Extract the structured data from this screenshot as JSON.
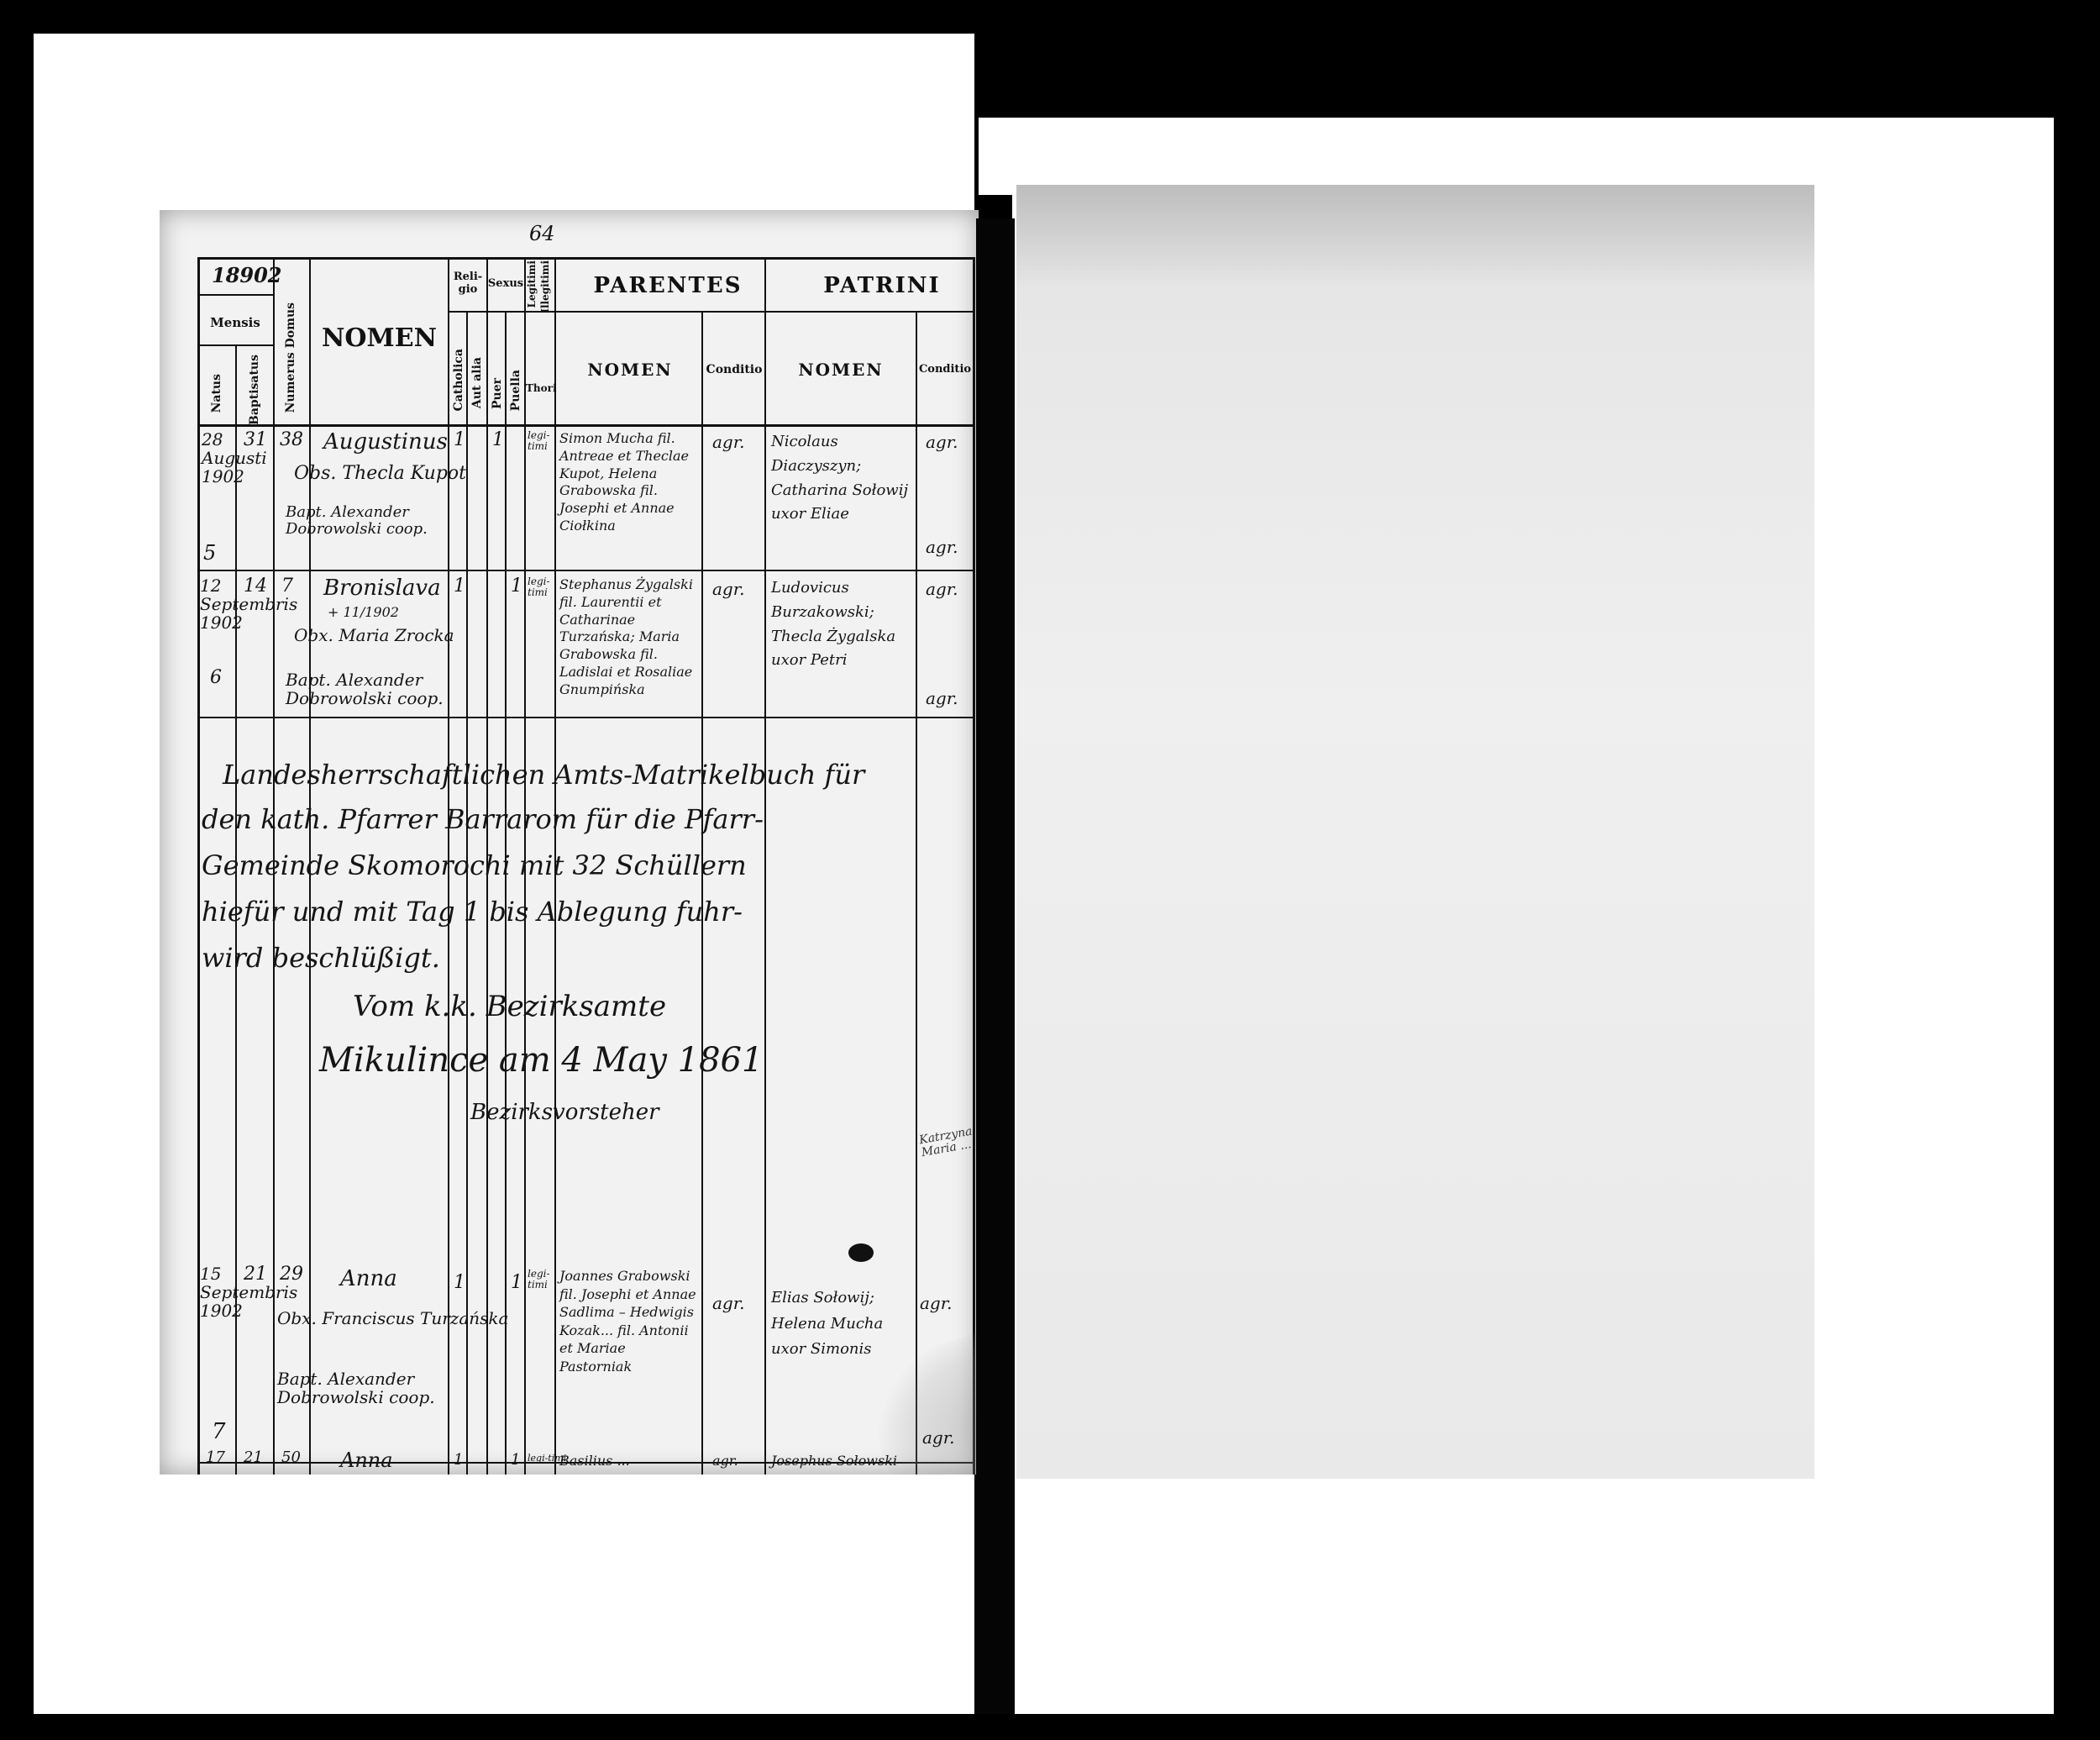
{
  "header": {
    "year": "18902",
    "page_number": "64",
    "mensis": "Mensis",
    "natus": "Natus",
    "baptisatus": "Baptisatus",
    "numerus_domus": "Numerus Domus",
    "nomen": "NOMEN",
    "religio": "Reli-\ngio",
    "catholica": "Catholica",
    "aut_alia": "Aut alia",
    "sexus": "Sexus",
    "puer": "Puer",
    "puella": "Puella",
    "thori": "Thori",
    "legitimi": "Legitimi",
    "illegitimi": "Illegitimi",
    "parentes": "PARENTES",
    "patrini": "PATRINI",
    "parentes_nomen": "NOMEN",
    "parentes_conditio": "Conditio",
    "patrini_nomen": "NOMEN",
    "patrini_conditio": "Conditio"
  },
  "entries": [
    {
      "natus": "28 Augusti 1902",
      "baptisatus": "31",
      "domus": "38",
      "row_no": "5",
      "nomen": "Augustinus",
      "obst": "Obs. Thecla Kupot",
      "bapt": "Bapt. Alexander Dobrowolski coop.",
      "catholica": "1",
      "puer": "1",
      "puella": "",
      "thori": "legi-timi",
      "parentes": "Simon Mucha fil. Antreae et Theclae Kupot, Helena Grabowska fil. Josephi et Annae Ciołkina",
      "parentes_conditio": "agr.",
      "patrini": "Nicolaus Diaczyszyn; Catharina Sołowij uxor Eliae",
      "patrini_conditio_1": "agr.",
      "patrini_conditio_2": "agr."
    },
    {
      "natus": "12 Septembris 1902",
      "baptisatus": "14",
      "domus": "7",
      "row_no": "6",
      "nomen": "Bronislava",
      "death_note": "+ 11/1902",
      "obst": "Obx. Maria Zrocka",
      "bapt": "Bapt. Alexander Dobrowolski coop.",
      "catholica": "1",
      "puer": "",
      "puella": "1",
      "thori": "legi-timi",
      "parentes": "Stephanus Żygalski fil. Laurentii et Catharinae Turzańska; Maria Grabowska fil. Ladislai et Rosaliae Gnumpińska",
      "parentes_conditio": "agr.",
      "patrini": "Ludovicus Burzakowski; Thecla Żygalska uxor Petri",
      "patrini_conditio_1": "agr.",
      "patrini_conditio_2": "agr."
    },
    {
      "natus": "15 Septembris 1902",
      "baptisatus": "21",
      "domus": "29",
      "row_no": "7",
      "nomen": "Anna",
      "obst": "Obx. Franciscus Turzańska",
      "bapt": "Bapt. Alexander Dobrowolski coop.",
      "catholica": "1",
      "puer": "",
      "puella": "1",
      "thori": "legi-timi",
      "parentes": "Joannes Grabowski fil. Josephi et Annae Sadlima – Hedwigis Kozak... fil. Antonii et Mariae Pastorniak",
      "parentes_conditio": "agr.",
      "patrini": "Elias Sołowij; Helena Mucha uxor Simonis",
      "patrini_conditio_1": "agr.",
      "patrini_conditio_2": "agr."
    }
  ],
  "annotation": {
    "line1": "Landesherrschaftlichen Amts-Matrikelbuch für",
    "line2": "den kath. Pfarrer Barrarom für die Pfarr-",
    "line3": "Gemeinde Skomorochi mit 32 Schüllern",
    "line4": "hiefür und mit Tag 1 bis Ablegung fuhr-",
    "line5": "wird beschlüßigt.",
    "place_line": "Vom k.k. Bezirksamte",
    "date_line": "Mikulince am 4 May 1861",
    "signature": "Bezirksvorsteher"
  },
  "stamp_text": "Katrzyna ... Maria ... ",
  "last_row_partial": {
    "natus": "17",
    "baptisatus": "21",
    "domus": "50",
    "nomen": "Anna",
    "catholica": "1",
    "puella": "1",
    "thori": "legi-timi",
    "parentes": "Basilius ...",
    "parentes_conditio": "agr.",
    "patrini": "Josephus Sołowski"
  }
}
